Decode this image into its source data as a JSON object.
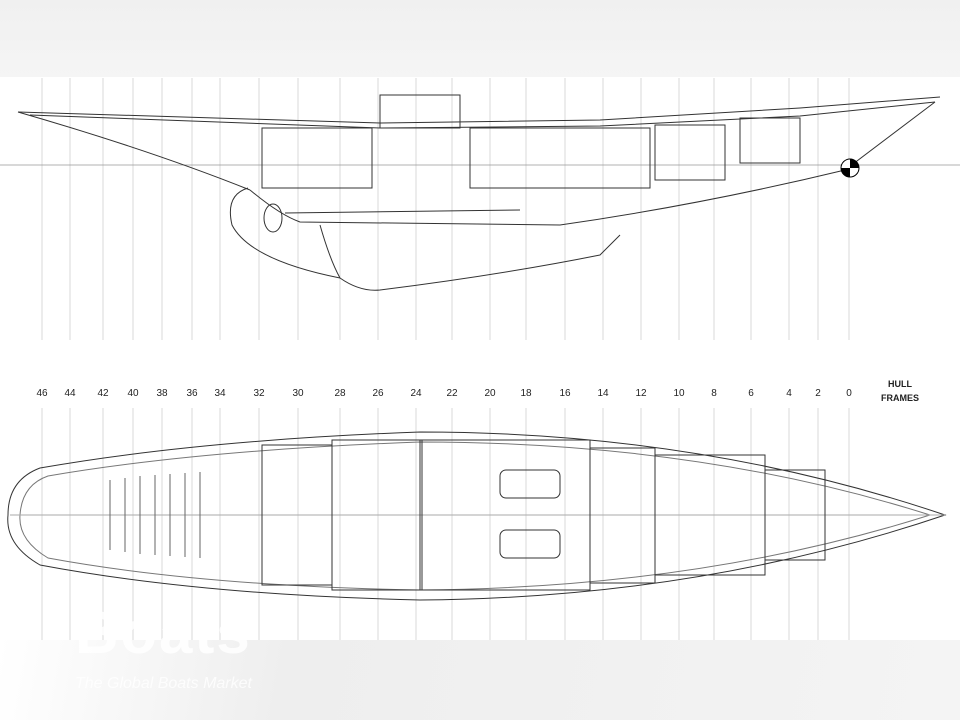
{
  "drawing": {
    "frame_labels": [
      "46",
      "44",
      "42",
      "40",
      "38",
      "36",
      "34",
      "32",
      "30",
      "28",
      "26",
      "24",
      "22",
      "20",
      "18",
      "16",
      "14",
      "12",
      "10",
      "8",
      "6",
      "4",
      "2",
      "0"
    ],
    "hull_frames_label": [
      "HULL",
      "FRAMES"
    ],
    "line_color": "#333333",
    "grid_color": "#cfcfcf"
  },
  "watermark": {
    "logo_text": "Boats",
    "tagline": "The Global Boats Market"
  }
}
